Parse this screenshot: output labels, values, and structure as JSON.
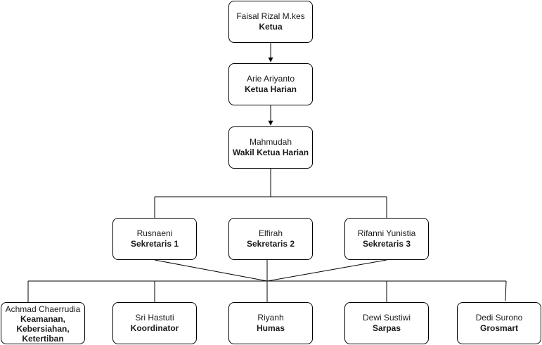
{
  "nodes": {
    "ketua": {
      "name": "Faisal Rizal M.kes",
      "role": "Ketua"
    },
    "ketua_harian": {
      "name": "Arie Ariyanto",
      "role": "Ketua Harian"
    },
    "wakil_ketua_harian": {
      "name": "Mahmudah",
      "role": "Wakil Ketua Harian"
    },
    "sekretaris_1": {
      "name": "Rusnaeni",
      "role": "Sekretaris 1"
    },
    "sekretaris_2": {
      "name": "Elfirah",
      "role": "Sekretaris 2"
    },
    "sekretaris_3": {
      "name": "Rifanni Yunistia",
      "role": "Sekretaris 3"
    },
    "keamanan": {
      "name": "Achmad Chaerrudia",
      "role_lines": [
        "Keamanan,",
        "Kebersiahan,",
        "Ketertiban"
      ]
    },
    "koordinator": {
      "name": "Sri Hastuti",
      "role": "Koordinator"
    },
    "humas": {
      "name": "Riyanh",
      "role": "Humas"
    },
    "sarpas": {
      "name": "Dewi Sustiwi",
      "role": "Sarpas"
    },
    "grosmart": {
      "name": "Dedi Surono",
      "role": "Grosmart"
    }
  },
  "colors": {
    "line": "#000000",
    "text": "#1a1a1a",
    "box_fill": "#ffffff"
  }
}
